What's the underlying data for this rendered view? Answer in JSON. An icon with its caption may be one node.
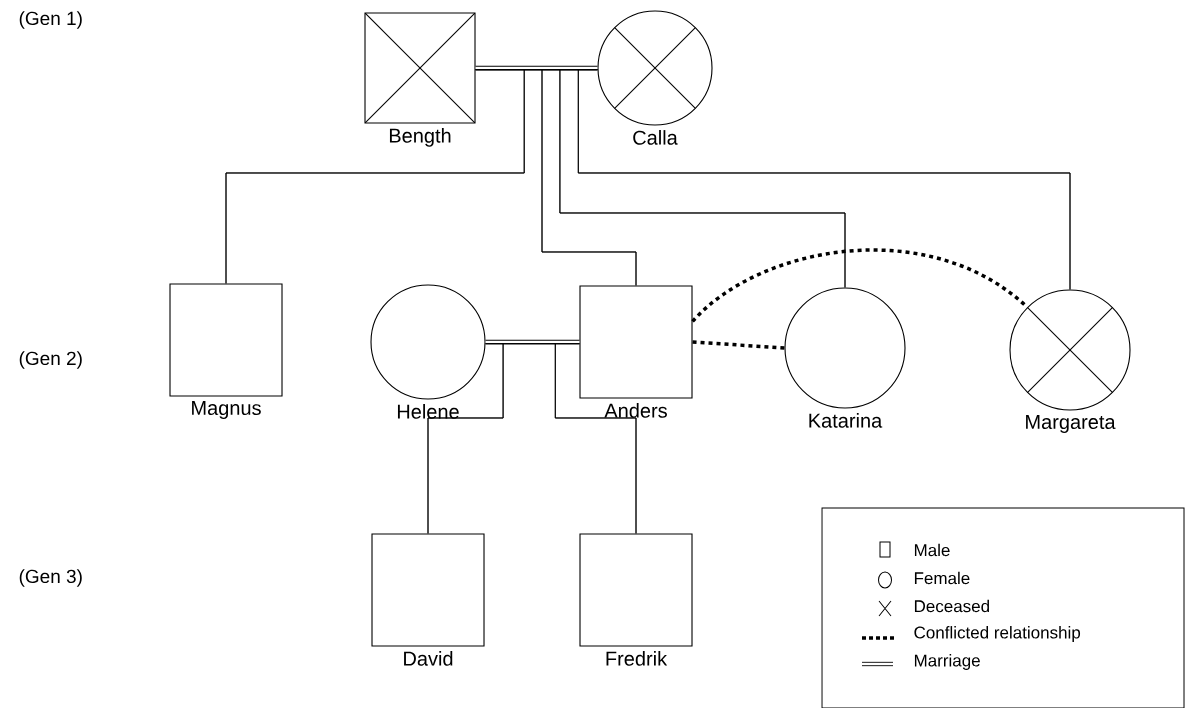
{
  "diagram": {
    "nodes": [
      {
        "text": [
          "Bength"
        ]
      },
      {
        "text": [
          "Calla"
        ]
      },
      {
        "text": [
          "Magnus"
        ]
      },
      {
        "text": [
          "Helene"
        ]
      },
      {
        "text": [
          "Anders"
        ]
      },
      {
        "text": [
          "Katarina"
        ]
      },
      {
        "text": [
          "Margareta"
        ]
      },
      {
        "text": [
          "David"
        ]
      },
      {
        "text": [
          "Fredrik"
        ]
      }
    ],
    "edges": [
      {
        "from": 0,
        "to": 1,
        "arrow": "none",
        "style": "thick"
      },
      {
        "from": 0,
        "to": 2,
        "arrow": "none"
      },
      {
        "from": 1,
        "to": 2,
        "arrow": "none"
      },
      {
        "from": 0,
        "to": 4,
        "arrow": "none"
      },
      {
        "from": 1,
        "to": 4,
        "arrow": "none"
      },
      {
        "from": 0,
        "to": 5,
        "arrow": "none"
      },
      {
        "from": 1,
        "to": 5,
        "arrow": "none"
      },
      {
        "from": 0,
        "to": 6,
        "arrow": "none"
      },
      {
        "from": 1,
        "to": 6,
        "arrow": "none"
      },
      {
        "from": 3,
        "to": 4,
        "arrow": "none",
        "style": "thick"
      },
      {
        "from": 3,
        "to": 7,
        "arrow": "none"
      },
      {
        "from": 4,
        "to": 7,
        "arrow": "none"
      },
      {
        "from": 3,
        "to": 8,
        "arrow": "none"
      },
      {
        "from": 4,
        "to": 8,
        "arrow": "none"
      },
      {
        "from": 4,
        "to": 5,
        "arrow": "none",
        "style": "dashed"
      },
      {
        "from": 4,
        "to": 6,
        "arrow": "none",
        "style": "dashed"
      }
    ],
    "labels": [
      "(Gen 1)",
      "(Gen 2)",
      "(Gen 3)"
    ],
    "legend": [
      {
        "text": "Male"
      },
      {
        "text": "Female"
      },
      {
        "text": "Deceased"
      },
      {
        "text": "Conflicted relationship"
      },
      {
        "text": "Marriage"
      }
    ]
  }
}
